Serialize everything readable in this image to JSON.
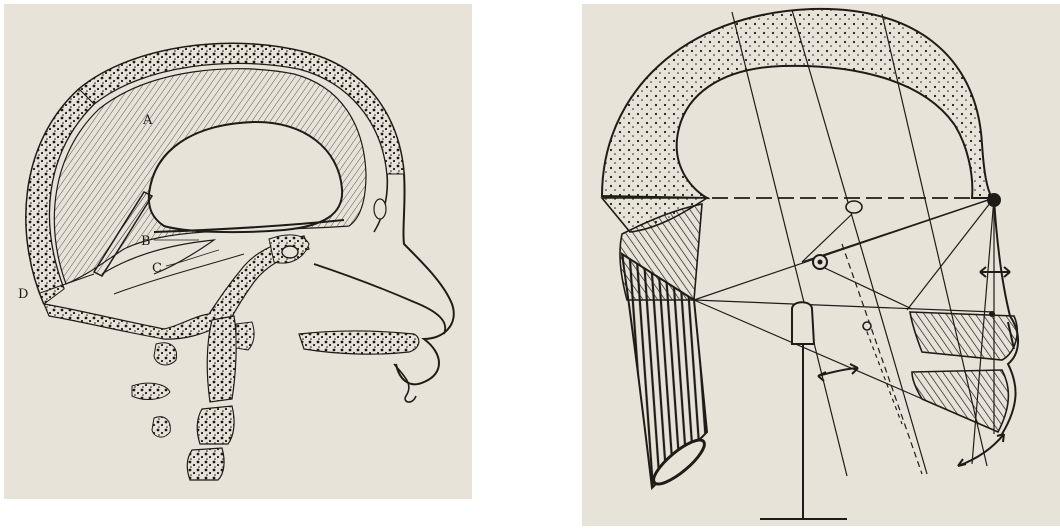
{
  "figures": [
    {
      "id": "left",
      "labels": [
        {
          "key": "A",
          "text": "A"
        },
        {
          "key": "B",
          "text": "B"
        },
        {
          "key": "C",
          "text": "C"
        },
        {
          "key": "D",
          "text": "D"
        }
      ]
    },
    {
      "id": "right",
      "labels": []
    }
  ],
  "colors": {
    "paper": "#e8e3d8",
    "ink": "#1f1c18",
    "page": "#ffffff"
  }
}
